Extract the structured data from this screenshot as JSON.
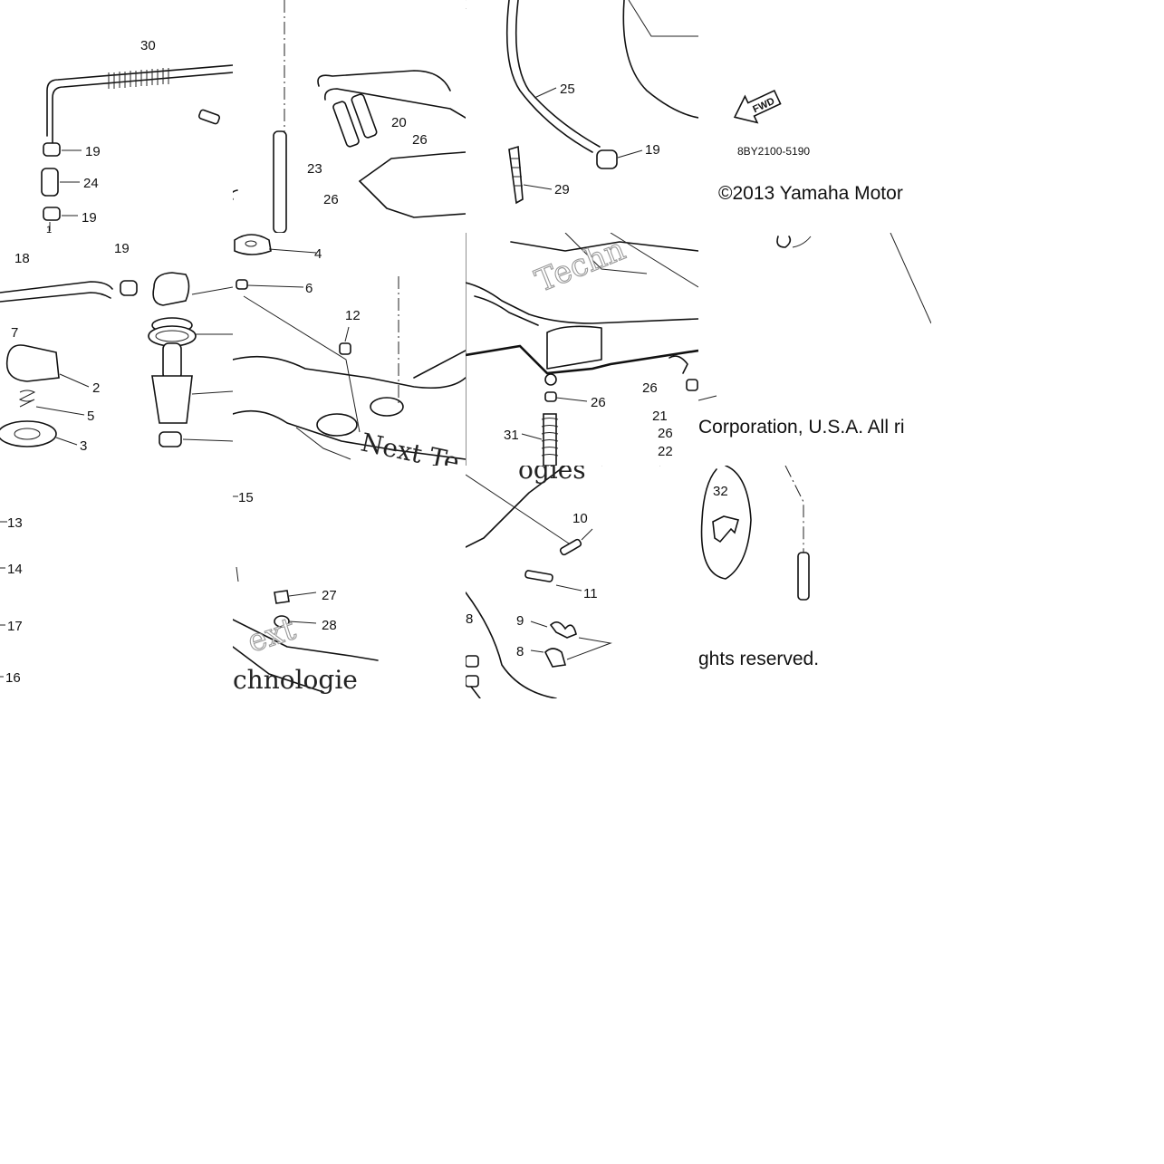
{
  "diagram": {
    "callouts": {
      "n1": "1",
      "n2": "2",
      "n3": "3",
      "n4": "4",
      "n5": "5",
      "n6": "6",
      "n7": "7",
      "n8": "8",
      "n9": "9",
      "n10": "10",
      "n11": "11",
      "n12": "12",
      "n13": "13",
      "n14": "14",
      "n15": "15",
      "n16": "16",
      "n17": "17",
      "n18": "18",
      "n19": "19",
      "n20": "20",
      "n21": "21",
      "n22": "22",
      "n23": "23",
      "n24": "24",
      "n25": "25",
      "n26": "26",
      "n27": "27",
      "n28": "28",
      "n29": "29",
      "n30": "30",
      "n31": "31",
      "n32": "32"
    },
    "fwd_label": "FWD",
    "diagram_code": "8BY2100-5190",
    "copyright_part1": "©2013 Yamaha Motor",
    "copyright_part2": "Corporation, U.S.A. All ri",
    "copyright_part3": "ghts reserved.",
    "watermark_1": "Next Te",
    "watermark_2": "ogies",
    "watermark_3": "Techn",
    "watermark_4": "chnologie",
    "watermark_5": "ext"
  }
}
